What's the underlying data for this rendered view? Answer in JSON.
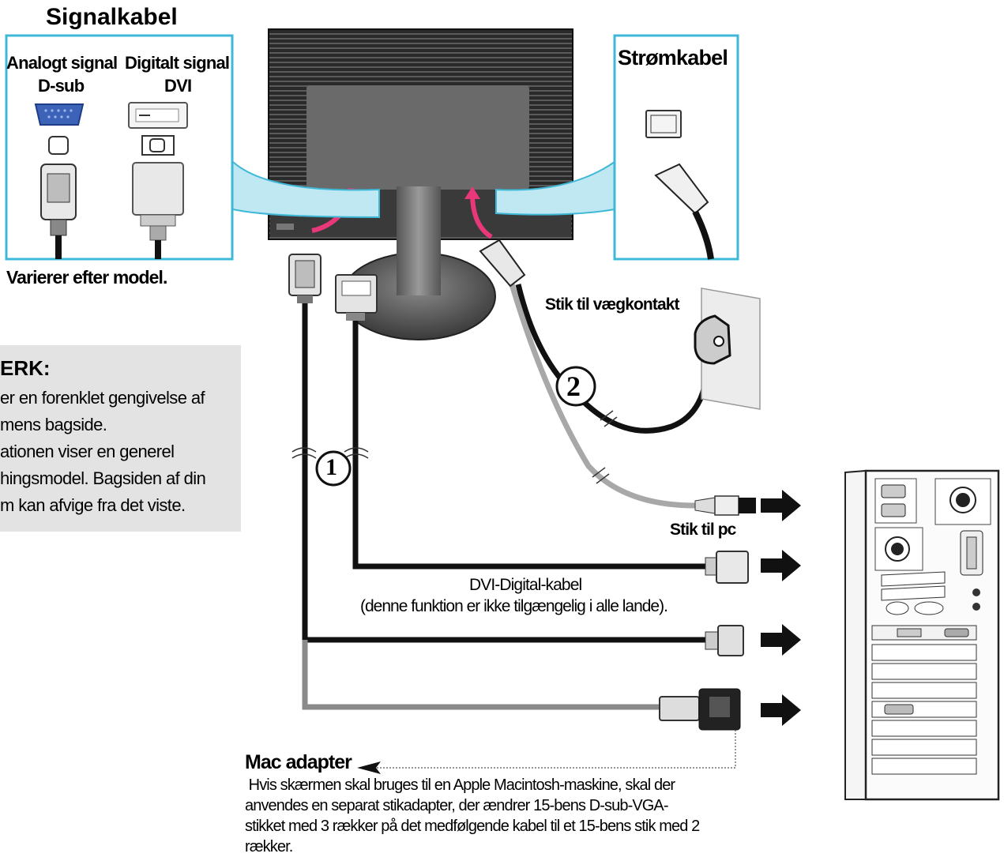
{
  "signal_panel": {
    "title": "Signalkabel",
    "analog_label": "Analogt signal",
    "analog_type": "D-sub",
    "digital_label": "Digitalt signal",
    "digital_type": "DVI",
    "variant_note": "Varierer efter model."
  },
  "power_panel": {
    "title": "Strømkabel"
  },
  "note": {
    "title": "ERK:",
    "lines": [
      "er en forenklet gengivelse af",
      "mens bagside.",
      "ationen viser en generel",
      "hingsmodel. Bagsiden af din",
      "m kan afvige fra det viste."
    ]
  },
  "labels": {
    "wall_plug": "Stik til vægkontakt",
    "pc_plug": "Stik til pc",
    "dvi_cable": "DVI-Digital-kabel",
    "dvi_cable_note": "(denne funktion er ikke tilgængelig i alle lande).",
    "step_1": "1",
    "step_2": "2"
  },
  "mac_adapter": {
    "title": "Mac adapter",
    "lines": [
      " Hvis skærmen skal bruges til en Apple Macintosh-maskine, skal der",
      "anvendes en separat stikadapter, der ændrer 15-bens D-sub-VGA-",
      "stikket med 3 rækker på det medfølgende kabel til et 15-bens stik med 2",
      "rækker."
    ]
  },
  "colors": {
    "panel_border": "#3fb8d8",
    "arrow_pink": "#e8387a",
    "note_bg": "#e3e3e3",
    "cable_dark": "#111111",
    "cable_grey": "#8a8a8a",
    "dsub_blue": "#3d63b8"
  }
}
